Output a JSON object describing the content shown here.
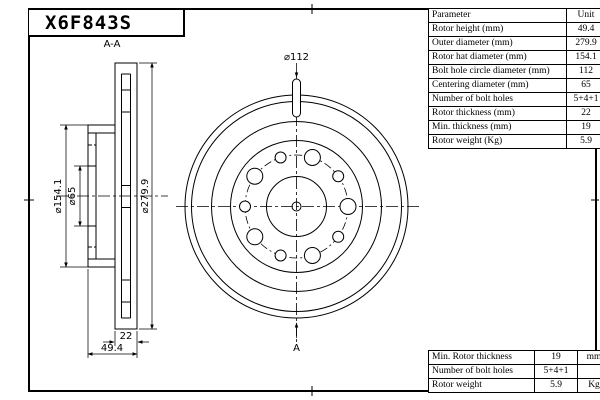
{
  "title_block": {
    "part_number": "X6F843S"
  },
  "section_view": {
    "label": "A-A",
    "dims": {
      "hat_diameter": "⌀154.1",
      "bore_diameter": "⌀65",
      "outer_diameter": "⌀279.9",
      "thickness": "22",
      "height": "49.4"
    }
  },
  "front_view": {
    "bolt_circle_diameter": "⌀112",
    "section_label": "A"
  },
  "param_table": {
    "header": {
      "parameter": "Parameter",
      "unit": "Unit"
    },
    "rows": [
      {
        "label": "Rotor height (mm)",
        "value": "49.4"
      },
      {
        "label": "Outer diameter (mm)",
        "value": "279.9"
      },
      {
        "label": "Rotor hat diameter (mm)",
        "value": "154.1"
      },
      {
        "label": "Bolt hole circle diameter (mm)",
        "value": "112"
      },
      {
        "label": "Centering diameter (mm)",
        "value": "65"
      },
      {
        "label": "Number of bolt holes",
        "value": "5+4+1"
      },
      {
        "label": "Rotor thickness (mm)",
        "value": "22"
      },
      {
        "label": "Min. thickness (mm)",
        "value": "19"
      },
      {
        "label": "Rotor weight (Kg)",
        "value": "5.9"
      }
    ]
  },
  "summary_table": {
    "rows": [
      {
        "label": "Min. Rotor thickness",
        "value": "19",
        "unit": "mm"
      },
      {
        "label": "Number of bolt holes",
        "value": "5+4+1",
        "unit": ""
      },
      {
        "label": "Rotor weight",
        "value": "5.9",
        "unit": "Kg"
      }
    ]
  }
}
